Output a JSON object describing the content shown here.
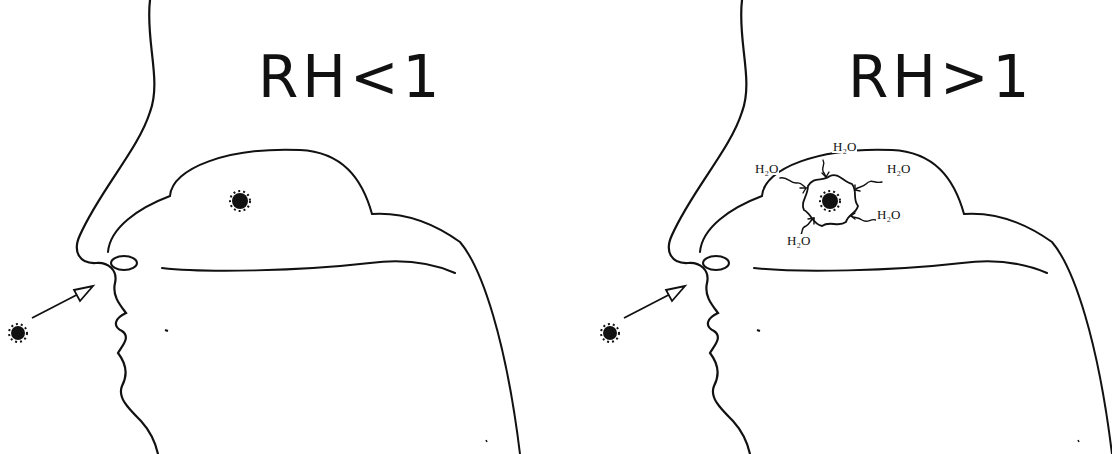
{
  "diagram": {
    "labels": [
      "RH<1",
      "RH>1",
      "H₂O",
      "H₂O",
      "H₂O",
      "H₂O",
      "H₂O"
    ]
  }
}
